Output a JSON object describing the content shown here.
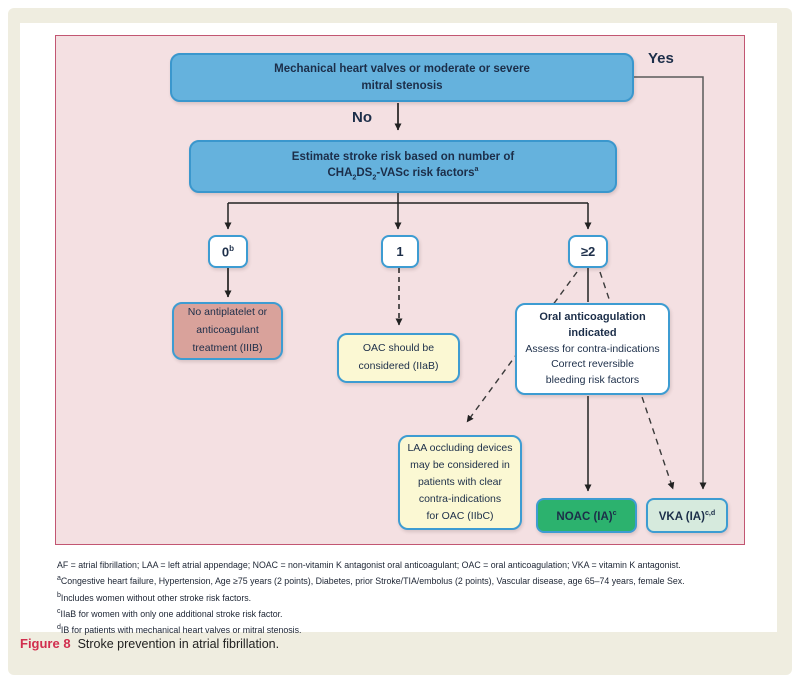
{
  "figure": {
    "labels": {
      "yes": "Yes",
      "no": "No"
    },
    "nodes": {
      "mech": {
        "line1": "Mechanical heart valves or moderate or severe",
        "line2": "mitral stenosis"
      },
      "estimate": {
        "line1": "Estimate stroke risk based on number of",
        "cha": "CHA",
        "sub1": "2",
        "ds": "DS",
        "sub2": "2",
        "vasc": "-VASc risk factors",
        "sup": "a"
      },
      "score0": {
        "text": "0",
        "sup": "b"
      },
      "score1": {
        "text": "1"
      },
      "score2": {
        "text": "≥2"
      },
      "noTreat": {
        "lines": [
          "No antiplatelet or",
          "anticoagulant",
          "treatment (IIIB)"
        ]
      },
      "oac": {
        "lines": [
          "OAC should be",
          "considered (IIaB)"
        ]
      },
      "oacIndicated": {
        "bold1": "Oral anticoagulation",
        "bold2": "indicated",
        "lines": [
          "Assess for contra-indications",
          "Correct reversible",
          "bleeding risk factors"
        ]
      },
      "laa": {
        "lines": [
          "LAA occluding devices",
          "may be considered in",
          "patients with clear",
          "contra-indications",
          "for OAC (IIbC)"
        ]
      },
      "noac": {
        "text": "NOAC (IA)",
        "sup": "c"
      },
      "vka": {
        "text": "VKA (IA)",
        "sup": "c,d"
      }
    },
    "footnotes": [
      {
        "sup": "",
        "text": "AF = atrial fibrillation; LAA = left atrial appendage; NOAC = non-vitamin K antagonist oral anticoagulant; OAC = oral anticoagulation; VKA = vitamin K antagonist."
      },
      {
        "sup": "a",
        "text": "Congestive heart failure, Hypertension, Age ≥75 years (2 points), Diabetes, prior Stroke/TIA/embolus (2 points), Vascular disease, age 65–74 years, female Sex."
      },
      {
        "sup": "b",
        "text": "Includes women without other stroke risk factors."
      },
      {
        "sup": "c",
        "text": "IIaB for women with only one additional stroke risk factor."
      },
      {
        "sup": "d",
        "text": "IB for patients with mechanical heart valves or mitral stenosis."
      }
    ],
    "caption": {
      "label": "Figure 8",
      "text": "Stroke prevention in atrial fibrillation."
    },
    "colors": {
      "page_cream": "#efede0",
      "panel_pink": "#f4e0e2",
      "panel_border": "#c25672",
      "blue_node": "#65b2dd",
      "node_border": "#3d9cd2",
      "rose_node": "#d9a29b",
      "yellow_node": "#fbf8d3",
      "green_node": "#2cb26e",
      "mint_node": "#d6eadd",
      "text_navy": "#1c2e49",
      "caption_red": "#d12e4e"
    }
  }
}
